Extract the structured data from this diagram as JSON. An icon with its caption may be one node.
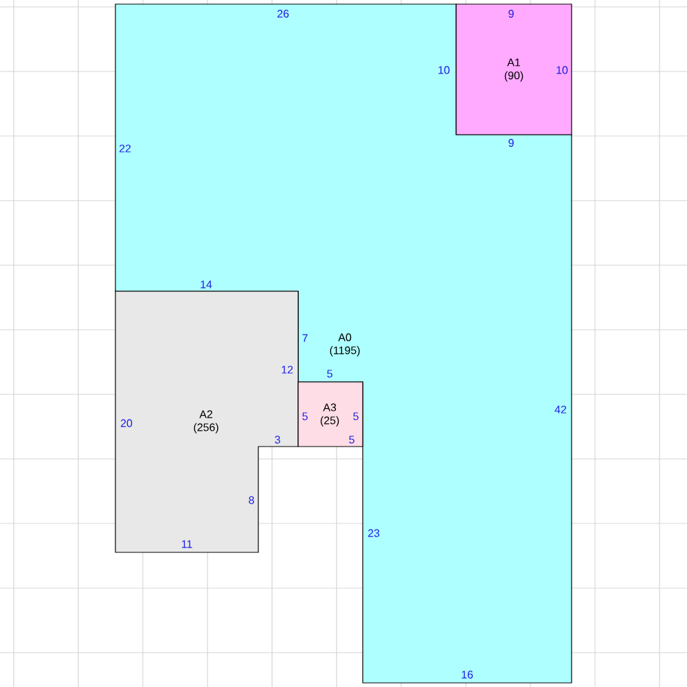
{
  "diagram": {
    "nodes": [
      {
        "text": [
          "A0",
          "(1195)",
          "26",
          "10",
          "9",
          "22",
          "14",
          "7",
          "5",
          "42",
          "23",
          "16"
        ]
      },
      {
        "text": [
          "A1",
          "(90)",
          "9",
          "10"
        ]
      },
      {
        "text": [
          "A2",
          "(256)",
          "12",
          "20",
          "3",
          "8",
          "11"
        ]
      },
      {
        "text": [
          "A3",
          "(25)",
          "5",
          "5",
          "5"
        ]
      }
    ]
  }
}
